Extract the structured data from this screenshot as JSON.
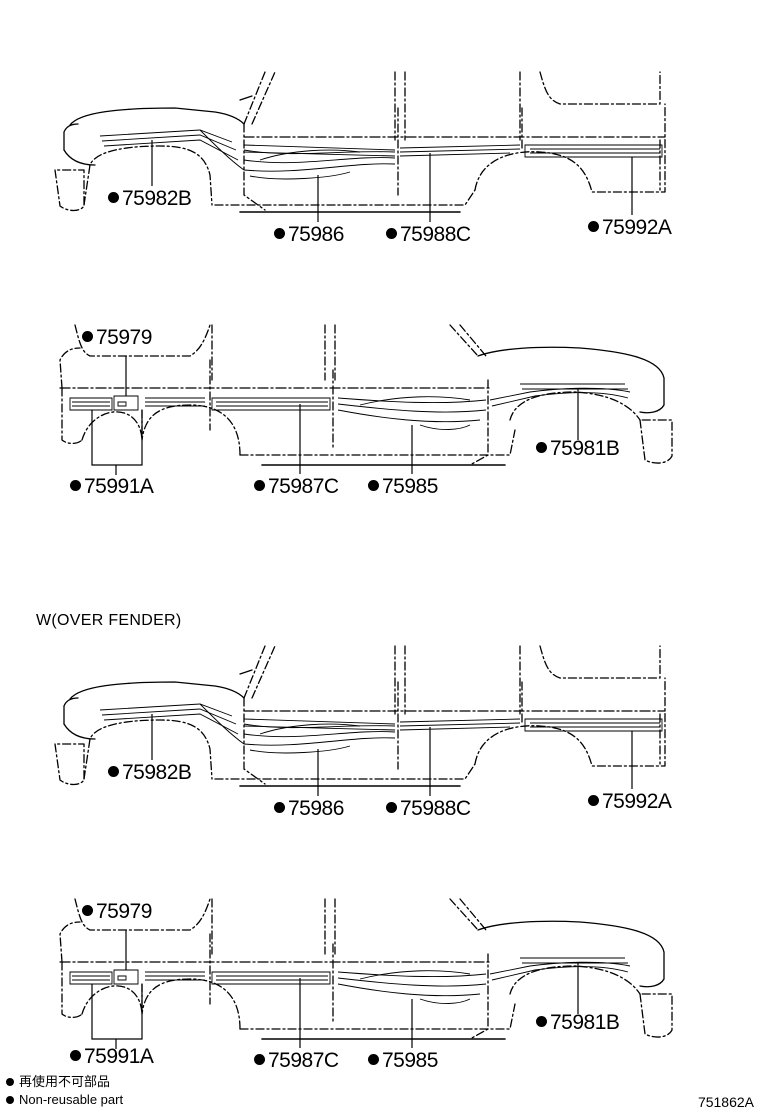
{
  "section_title": "W(OVER FENDER)",
  "legend": {
    "jp": "再使用不可部品",
    "en": "Non-reusable part"
  },
  "figure_code": "751862A",
  "views": [
    {
      "parts": [
        "75982B",
        "75986",
        "75988C",
        "75992A"
      ]
    },
    {
      "parts": [
        "75979",
        "75991A",
        "75987C",
        "75985",
        "75981B"
      ]
    },
    {
      "parts": [
        "75982B",
        "75986",
        "75988C",
        "75992A"
      ]
    },
    {
      "parts": [
        "75979",
        "75991A",
        "75987C",
        "75985",
        "75981B"
      ]
    }
  ]
}
